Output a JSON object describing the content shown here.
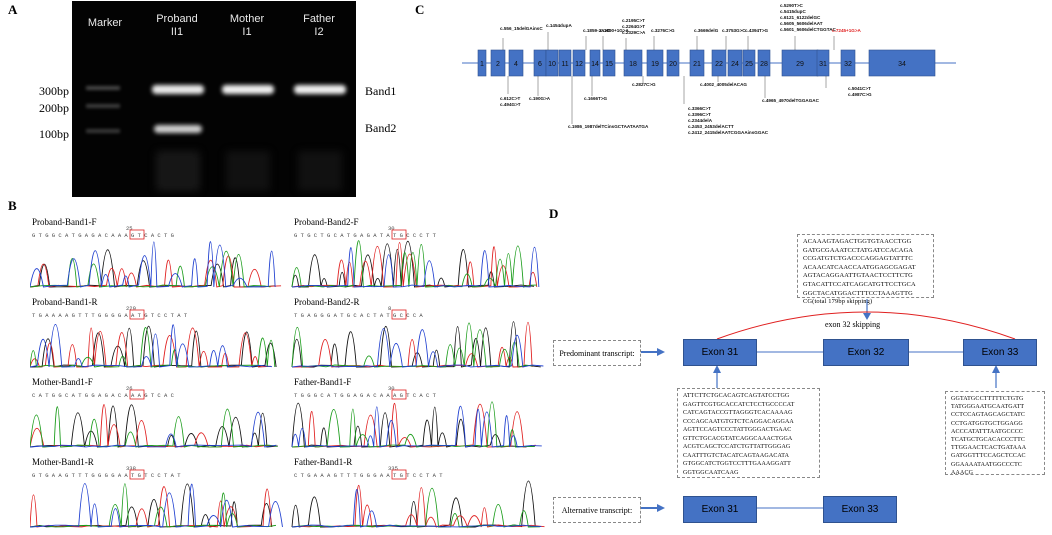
{
  "panel_letters": {
    "a": "A",
    "b": "B",
    "c": "C",
    "d": "D"
  },
  "panel_a": {
    "lanes": [
      {
        "label_line1": "Marker",
        "label_line2": ""
      },
      {
        "label_line1": "Proband",
        "label_line2": "II1"
      },
      {
        "label_line1": "Mother",
        "label_line2": "I1"
      },
      {
        "label_line1": "Father",
        "label_line2": "I2"
      }
    ],
    "sizes": [
      "300bp",
      "200bp",
      "100bp"
    ],
    "band_labels": [
      "Band1",
      "Band2"
    ]
  },
  "panel_b": {
    "traces": [
      {
        "title": "Proband-Band1-F",
        "seq": "G T  G G C A T  G  A  G A C A A A G T C A C T G",
        "pos": "25"
      },
      {
        "title": "Proband-Band2-F",
        "seq": "G T  G C T G  C A T G  A  G  A  T A T G C C C T T",
        "pos": "30"
      },
      {
        "title": "Proband-Band1-R",
        "seq": "T G  A A A A G T T T G G  G G  A A T G T C C T A T",
        "pos": "229"
      },
      {
        "title": "Proband-Band2-R",
        "seq": "T G  A G G G A T  G C  A  C T A T G C C C A",
        "pos": "8"
      },
      {
        "title": "Mother-Band1-F",
        "seq": "C A T  G G C A T  G G  A  G A C A A A G T C A C",
        "pos": "26"
      },
      {
        "title": "Father-Band1-F",
        "seq": "T G  G G C A T  G G  A  G A C A A A G T C A C T",
        "pos": "30"
      },
      {
        "title": "Mother-Band1-R",
        "seq": "G T G A A G T T T G G  G  G A A T G T C C T A T",
        "pos": "338"
      },
      {
        "title": "Father-Band1-R",
        "seq": "C T G A A A G T T T G G  G  A A T G T C C T A T",
        "pos": "335"
      }
    ]
  },
  "panel_c": {
    "exons": [
      "1",
      "2",
      "4",
      "6",
      "10",
      "11",
      "12",
      "14",
      "15",
      "18",
      "19",
      "20",
      "21",
      "22",
      "24",
      "25",
      "28",
      "29",
      "31",
      "32",
      "34"
    ],
    "top_mutations": [
      "c.556_15delGAinsC",
      "c.1454dupA",
      "c.1859-2A>C",
      "c.1890+1G>A",
      "c.2195C>T",
      "c.2264G>T",
      "c.2329C>A",
      "c.3276C>G",
      "c.3669delG",
      "c.3753G>C",
      "c.4394T>G",
      "c.5290T>C",
      "c.5415dupC",
      "c.6121_6122delGC",
      "c.5605_5606delAAT",
      "c.5601_5606delCTGGTAC",
      "c.7245+1G>A"
    ],
    "bottom_mutations": [
      "c.612C>T",
      "c.494G>T",
      "c.190G>A",
      "c.1666T>G",
      "c.1986_1987delTCinsGCTAATAATGA",
      "c.2827C>G",
      "c.3366C>T",
      "c.3396C>T",
      "c.4002_4005delACAG",
      "c.4965_4970delTGGAGAC",
      "c.2344delA",
      "c.2453_2453delACTT",
      "c.2412_2415delAATCGGAAinsGGAC",
      "c.5041C>T",
      "c.4987C>G"
    ]
  },
  "panel_d": {
    "top_seq": "ACAAAGTAGACTGGTGTAACCTGG\nGATGCGAAATCCTATGATCCACAGA\nCCGATGTCTGACCCAGGAGTATTTC\nACAACATCAACCAATGGAGCGAGAT\nAGTACAGGAATTGTAACTCCTTCTG\nGTACATTCCATCAGCATGTTCCTGCA\nGGCTACATGGACTTTCCTAAAGTTG\nCG(total 179bp skipping)",
    "skip_label": "exon 32 skipping",
    "predominant_label": "Predominant transcript:",
    "alternative_label": "Alternative transcript:",
    "exon31": "Exon 31",
    "exon32": "Exon 32",
    "exon33": "Exon 33",
    "left_seq": "ATTCTTCTGCACAGTCAGTATCCTGG\nGAGTTCGTGCACCATCTCCTGCCCCAT\nCATCAGTACCGTTAGGGTCACAAAAG\nCCCAGCAATGTGTCTCAGGACAGGAA\nAGTTCCAGTCCCTATTGGGACTGAAC\nGTTCTGCACGTATCAGGCAAACTGGA\nACGTCAGCTCCATCTGTTATTGGGAG\nCAATTTGTCTACATCAGTAAGACATA\nGTGGCATCTGGTCCTTTGAAAGGATT\nGGTGGCAATCAAG",
    "right_seq": "GGTATGCCTTTTTCTGTG\nTATGGGAATGCAATGATT\nCCTCCAGTAGCAGCTATC\nCCTGATGGTGCTGGAGG\nACCCATATTTAATGCCCC\nTCATGCTGCACACCCTTC\nTTGGAACTCACTGATAAA\nGATGGTTTCCAGCTCCAC\nGGAAAATAATGGCCCTC\nAAACG"
  }
}
